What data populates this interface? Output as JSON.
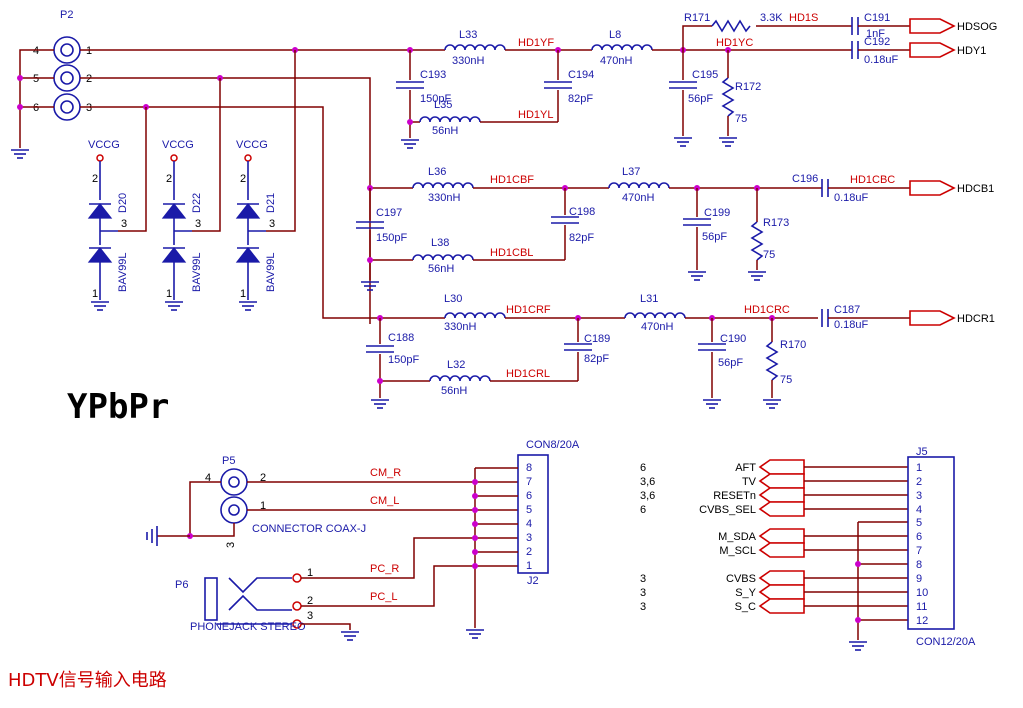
{
  "title": "YPbPr",
  "caption": "HDTV信号输入电路",
  "connectors": {
    "p2": {
      "ref": "P2",
      "pins": [
        "4",
        "1",
        "5",
        "2",
        "6",
        "3"
      ]
    },
    "p5": {
      "ref": "P5",
      "pins": [
        "4",
        "2",
        "1",
        "3"
      ],
      "type": "CONNECTOR COAX-J"
    },
    "p6": {
      "ref": "P6",
      "pins": [
        "1",
        "2",
        "3"
      ],
      "type": "PHONEJACK STEREO"
    },
    "j2": {
      "ref": "J2",
      "type": "CON8/20A",
      "pins": [
        "8",
        "7",
        "6",
        "5",
        "4",
        "3",
        "2",
        "1"
      ]
    },
    "j5": {
      "ref": "J5",
      "type": "CON12/20A",
      "pins": [
        "1",
        "2",
        "3",
        "4",
        "5",
        "6",
        "7",
        "8",
        "9",
        "10",
        "11",
        "12"
      ]
    }
  },
  "diodes": [
    {
      "ref": "D20",
      "supply": "VCCG",
      "part": "BAV99L",
      "pins": [
        "2",
        "3",
        "1"
      ]
    },
    {
      "ref": "D22",
      "supply": "VCCG",
      "part": "BAV99L",
      "pins": [
        "2",
        "3",
        "1"
      ]
    },
    {
      "ref": "D21",
      "supply": "VCCG",
      "part": "BAV99L",
      "pins": [
        "2",
        "3",
        "1"
      ]
    }
  ],
  "y_channel": {
    "l33": {
      "ref": "L33",
      "value": "330nH"
    },
    "l35": {
      "ref": "L35",
      "value": "56nH"
    },
    "l8": {
      "ref": "L8",
      "value": "470nH"
    },
    "c193": {
      "ref": "C193",
      "value": "150pF"
    },
    "c194": {
      "ref": "C194",
      "value": "82pF"
    },
    "c195": {
      "ref": "C195",
      "value": "56pF"
    },
    "r171": {
      "ref": "R171",
      "value": "3.3K"
    },
    "r172": {
      "ref": "R172",
      "value": "75"
    },
    "c191": {
      "ref": "C191",
      "value": "1nF"
    },
    "c192": {
      "ref": "C192",
      "value": "0.18uF"
    },
    "nets": [
      "HD1YF",
      "HD1YL",
      "HD1YC",
      "HD1S"
    ],
    "outputs": [
      "HDSOG",
      "HDY1"
    ]
  },
  "cb_channel": {
    "l36": {
      "ref": "L36",
      "value": "330nH"
    },
    "l38": {
      "ref": "L38",
      "value": "56nH"
    },
    "l37": {
      "ref": "L37",
      "value": "470nH"
    },
    "c197": {
      "ref": "C197",
      "value": "150pF"
    },
    "c198": {
      "ref": "C198",
      "value": "82pF"
    },
    "c199": {
      "ref": "C199",
      "value": "56pF"
    },
    "r173": {
      "ref": "R173",
      "value": "75"
    },
    "c196": {
      "ref": "C196",
      "value": "0.18uF"
    },
    "nets": [
      "HD1CBF",
      "HD1CBL",
      "HD1CBC"
    ],
    "output": "HDCB1"
  },
  "cr_channel": {
    "l30": {
      "ref": "L30",
      "value": "330nH"
    },
    "l32": {
      "ref": "L32",
      "value": "56nH"
    },
    "l31": {
      "ref": "L31",
      "value": "470nH"
    },
    "c188": {
      "ref": "C188",
      "value": "150pF"
    },
    "c189": {
      "ref": "C189",
      "value": "82pF"
    },
    "c190": {
      "ref": "C190",
      "value": "56pF"
    },
    "r170": {
      "ref": "R170",
      "value": "75"
    },
    "c187": {
      "ref": "C187",
      "value": "0.18uF"
    },
    "nets": [
      "HD1CRF",
      "HD1CRL",
      "HD1CRC"
    ],
    "output": "HDCR1"
  },
  "audio_nets": [
    "CM_R",
    "CM_L",
    "PC_R",
    "PC_L"
  ],
  "j5_signals": [
    {
      "name": "AFT",
      "ref": "6"
    },
    {
      "name": "TV",
      "ref": "3,6"
    },
    {
      "name": "RESETn",
      "ref": "3,6"
    },
    {
      "name": "CVBS_SEL",
      "ref": "6"
    },
    {
      "name": "M_SDA",
      "ref": ""
    },
    {
      "name": "M_SCL",
      "ref": ""
    },
    {
      "name": "CVBS",
      "ref": "3"
    },
    {
      "name": "S_Y",
      "ref": "3"
    },
    {
      "name": "S_C",
      "ref": "3"
    }
  ],
  "colors": {
    "wire": "#800000",
    "component": "#1a1aa8",
    "net": "#cc0000",
    "junction": "#cc00cc"
  }
}
